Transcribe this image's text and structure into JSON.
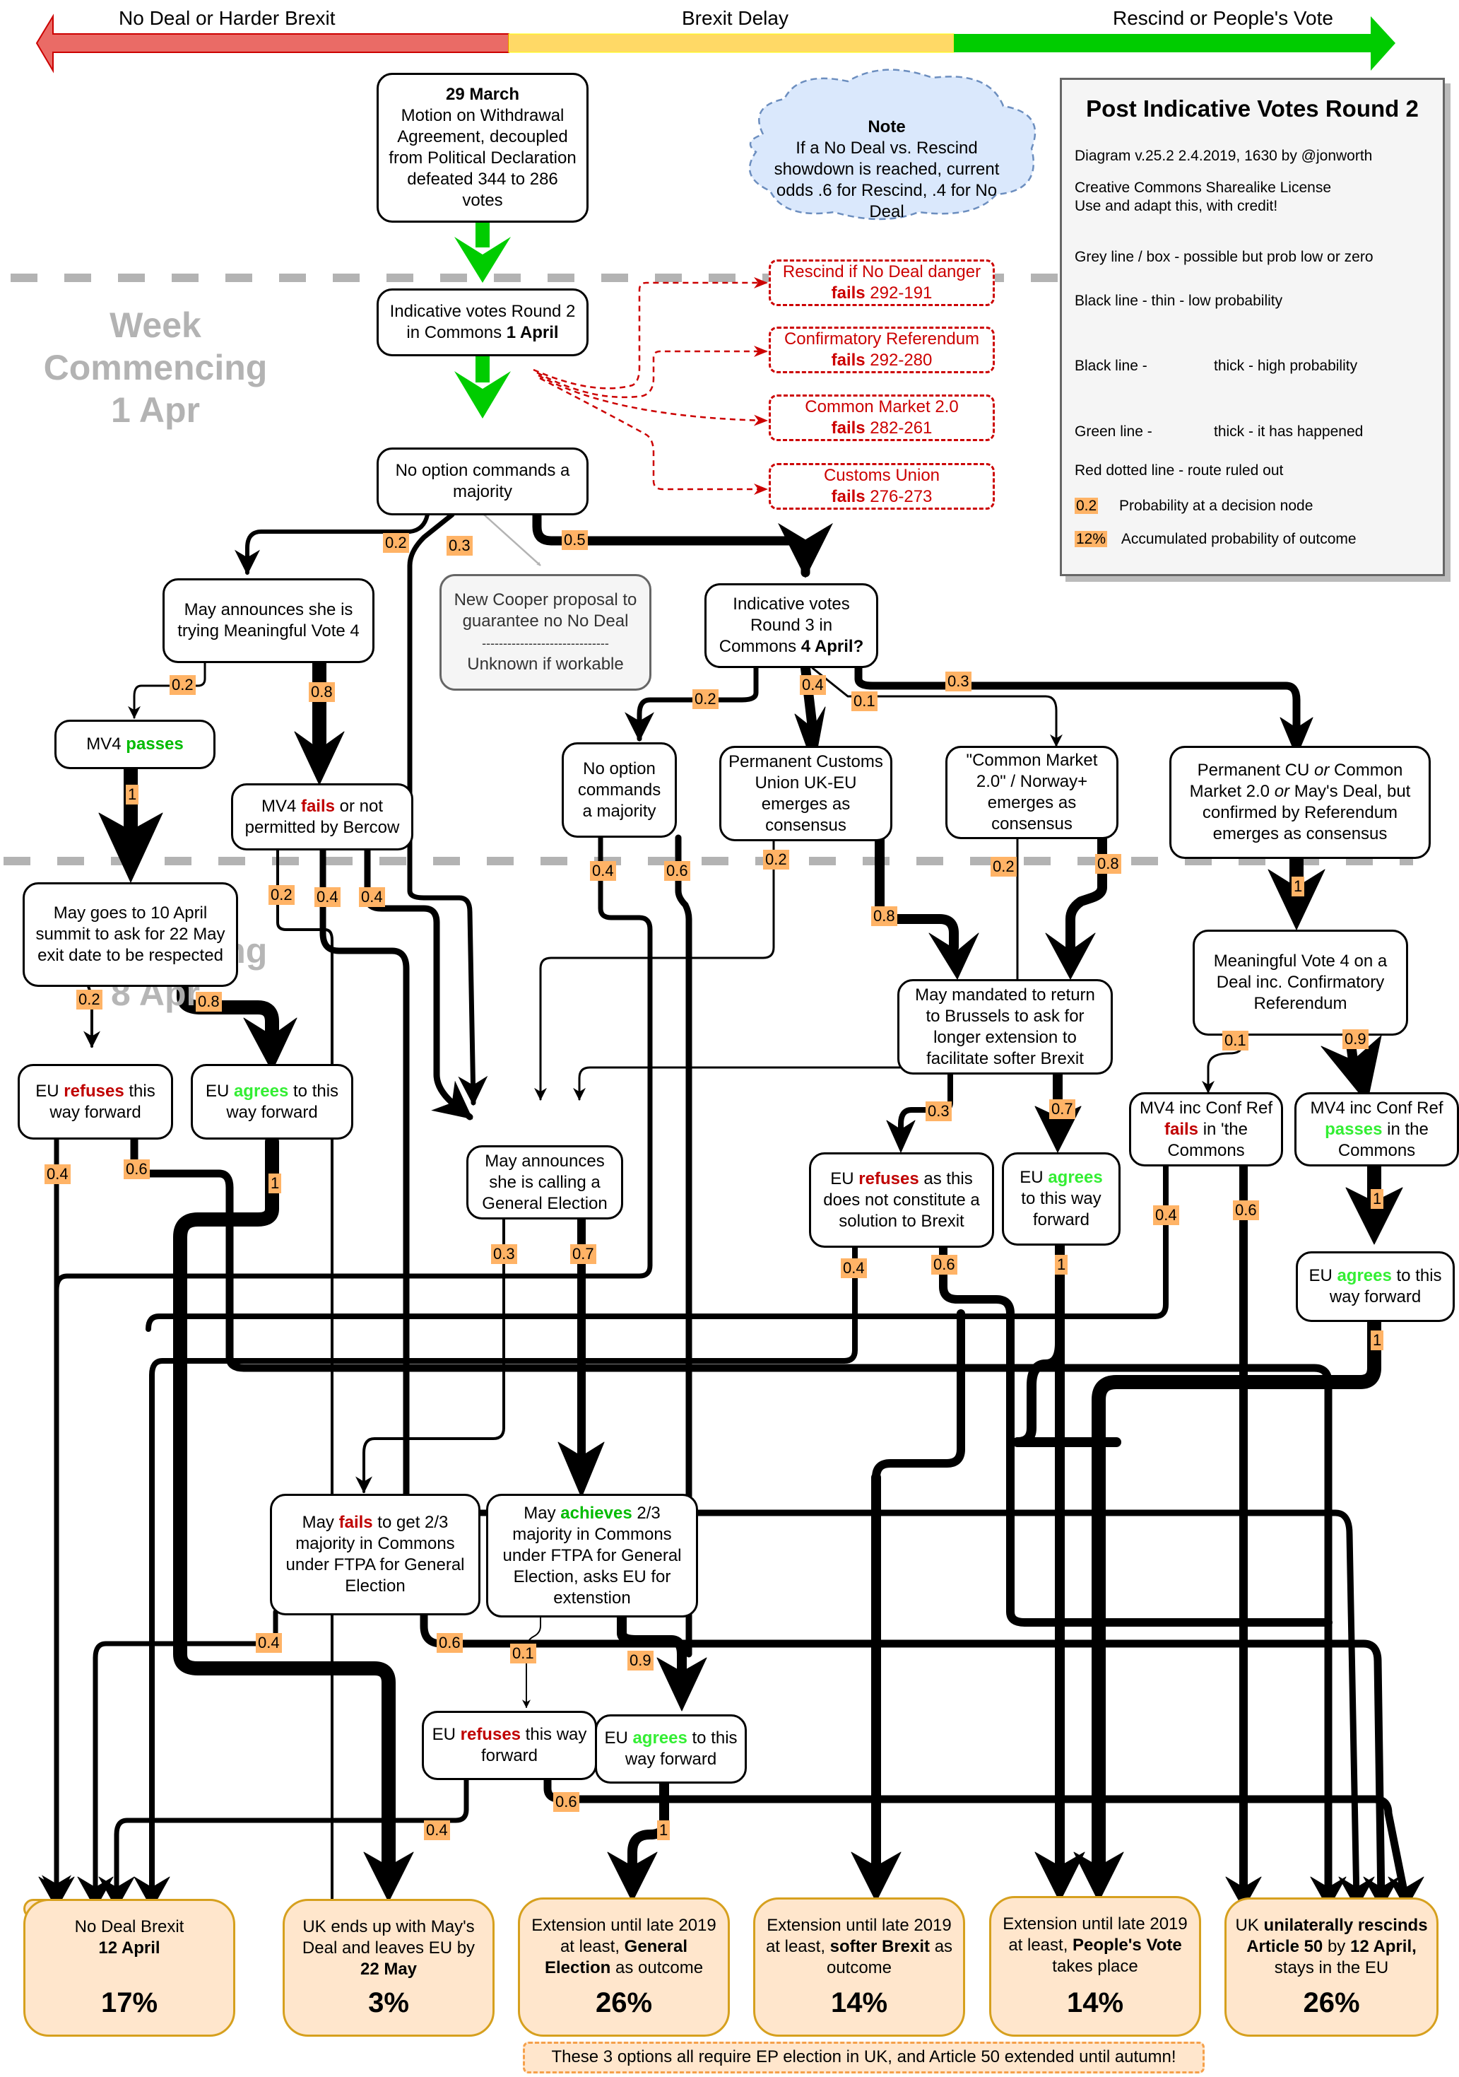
{
  "spectrum": {
    "left_label": "No Deal or Harder Brexit",
    "middle_label": "Brexit Delay",
    "right_label": "Rescind or People's Vote",
    "colors": {
      "red": "#ea6b66",
      "yellow": "#ffd966",
      "green": "#00cc00"
    }
  },
  "weeks": {
    "week1": [
      "Week",
      "Commencing",
      "1 Apr"
    ],
    "week2": [
      "Week",
      "Commencing",
      "8 Apr"
    ]
  },
  "legend": {
    "title": "Post Indicative Votes Round 2",
    "version": "Diagram v.25.2 2.4.2019, 1630 by @jonworth",
    "license_1": "Creative Commons Sharealike License",
    "license_2": "Use and adapt this, with credit!",
    "grey": "Grey line / box - possible but prob low or zero",
    "black_thin": "Black line - thin - low probability",
    "black_thick_a": "Black line -",
    "black_thick_b": "thick - high probability",
    "green_a": "Green line -",
    "green_b": "thick - it has happened",
    "red": "Red dotted line - route ruled out",
    "prob_sample": "0.2",
    "prob_desc": "Probability at a decision node",
    "acc_sample": "12%",
    "acc_desc": "Accumulated probability of outcome"
  },
  "note": {
    "title": "Note",
    "body": "If a No Deal vs. Rescind showdown is reached, current odds .6 for Rescind, .4 for No Deal"
  },
  "nodes": {
    "march29": {
      "bold": "29 March",
      "text": "Motion on Withdrawal Agreement, decoupled from Political Declaration defeated 344 to 286 votes"
    },
    "ivr2": {
      "a": "Indicative votes Round 2 in Commons ",
      "b": "1 April"
    },
    "no_option": {
      "text": "No option commands a majority"
    },
    "rescind_fail": {
      "a": "Rescind if No Deal danger",
      "b": "fails",
      "c": " 292-191"
    },
    "confref_fail": {
      "a": "Confirmatory Referendum",
      "b": "fails",
      "c": " 292-280"
    },
    "cm2_fail": {
      "a": "Common Market 2.0",
      "b": "fails",
      "c": " 282-261"
    },
    "cu_fail": {
      "a": "Customs Union",
      "b": "fails",
      "c": " 276-273"
    },
    "may_mv4": {
      "text": "May announces she is trying Meaningful Vote 4"
    },
    "cooper": {
      "a": "New Cooper proposal to guarantee no No Deal",
      "sep": "------------------------------",
      "b": "Unknown if workable"
    },
    "ivr3": {
      "a": "Indicative votes Round 3 in Commons ",
      "b": "4 April?"
    },
    "mv4_pass": {
      "a": "MV4 ",
      "b": "passes"
    },
    "mv4_fail": {
      "a": "MV4 ",
      "b": "fails",
      "c": " or not permitted by Bercow"
    },
    "ivr3_none": {
      "text": "No option commands a majority"
    },
    "perm_cu": {
      "text": "Permanent Customs Union UK-EU emerges as consensus"
    },
    "cm2_norway": {
      "text": "\"Common Market 2.0\" / Norway+ emerges as consensus"
    },
    "perm_cu_ref": {
      "a": "Permanent CU ",
      "or1": "or",
      "b": " Common Market 2.0 ",
      "or2": "or",
      "c": " May's Deal, but confirmed by Referendum emerges as consensus"
    },
    "may_summit": {
      "text": "May goes to 10 April summit to ask for 22 May exit date to be respected"
    },
    "eu_refuse1": {
      "a": "EU ",
      "b": "refuses",
      "c": " this way forward"
    },
    "eu_agree1": {
      "a": "EU ",
      "b": "agrees",
      "c": " to this way forward"
    },
    "may_ge": {
      "text": "May announces she is calling a General Election"
    },
    "may_brussels": {
      "text": "May mandated to return to Brussels to ask for longer extension to facilitate softer Brexit"
    },
    "eu_refuse2": {
      "a": "EU ",
      "b": "refuses",
      "c": " as this does not constitute a solution to Brexit"
    },
    "eu_agree2": {
      "a": "EU ",
      "b": "agrees",
      "c": " to this way forward"
    },
    "mv4_conf": {
      "text": "Meaningful Vote 4 on a Deal inc. Confirmatory Referendum"
    },
    "mv4_conf_fail": {
      "a": "MV4 inc Conf Ref ",
      "b": "fails",
      "c": " in 'the Commons"
    },
    "mv4_conf_pass": {
      "a": "MV4 inc Conf Ref ",
      "b": "passes",
      "c": " in the Commons"
    },
    "eu_agree3": {
      "a": "EU ",
      "b": "agrees",
      "c": " to this way forward"
    },
    "may_fails_23": {
      "a": "May ",
      "b": "fails",
      "c": " to get 2/3 majority in Commons under FTPA for General Election"
    },
    "may_achieves_23": {
      "a": "May ",
      "b": "achieves",
      "c": " 2/3 majority in Commons under FTPA for General Election, asks EU for extenstion"
    },
    "eu_refuse3": {
      "a": "EU ",
      "b": "refuses",
      "c": " this way forward"
    },
    "eu_agree4": {
      "a": "EU ",
      "b": "agrees",
      "c": " to this way forward"
    }
  },
  "outcomes": [
    {
      "a": "No Deal Brexit",
      "b": "12 April",
      "pct": "17%"
    },
    {
      "a": "UK ends up with May's Deal and leaves EU by ",
      "b": "22 May",
      "pct": "3%"
    },
    {
      "a": "Extension until late 2019 at least, ",
      "b": "General Election",
      "c": " as outcome",
      "pct": "26%"
    },
    {
      "a": "Extension until late 2019 at least, ",
      "b": "softer Brexit",
      "c": " as outcome",
      "pct": "14%"
    },
    {
      "a": "Extension until late 2019 at least, ",
      "b": "People's Vote",
      "c": " takes place",
      "pct": "14%"
    },
    {
      "a": "UK ",
      "b": "unilaterally rescinds Article 50",
      "c": " by ",
      "d": "12 April,",
      "e": " stays in the EU",
      "pct": "26%"
    }
  ],
  "footnote": "These 3 options all require EP election in UK, and Article 50 extended until autumn!",
  "probabilities": [
    {
      "id": "p_no_may",
      "value": "0.2"
    },
    {
      "id": "p_no_ge",
      "value": "0.3"
    },
    {
      "id": "p_no_ivr3",
      "value": "0.5"
    },
    {
      "id": "p_mv4_pass",
      "value": "0.2"
    },
    {
      "id": "p_mv4_fail",
      "value": "0.8"
    },
    {
      "id": "p_ivr3_none",
      "value": "0.2"
    },
    {
      "id": "p_ivr3_cu",
      "value": "0.4"
    },
    {
      "id": "p_ivr3_cm2",
      "value": "0.1"
    },
    {
      "id": "p_ivr3_ref",
      "value": "0.3"
    },
    {
      "id": "p_pass_summit",
      "value": "1"
    },
    {
      "id": "p_fail_a",
      "value": "0.2"
    },
    {
      "id": "p_fail_b",
      "value": "0.4"
    },
    {
      "id": "p_fail_c",
      "value": "0.4"
    },
    {
      "id": "p_none_a",
      "value": "0.4"
    },
    {
      "id": "p_none_b",
      "value": "0.6"
    },
    {
      "id": "p_cu_a",
      "value": "0.2"
    },
    {
      "id": "p_cu_b",
      "value": "0.8"
    },
    {
      "id": "p_cm2_a",
      "value": "0.2"
    },
    {
      "id": "p_cm2_b",
      "value": "0.8"
    },
    {
      "id": "p_ref_mv4",
      "value": "1"
    },
    {
      "id": "p_summit_ref",
      "value": "0.2"
    },
    {
      "id": "p_summit_agree",
      "value": "0.8"
    },
    {
      "id": "p_conf_fail",
      "value": "0.1"
    },
    {
      "id": "p_conf_pass",
      "value": "0.9"
    },
    {
      "id": "p_ref1_a",
      "value": "0.4"
    },
    {
      "id": "p_ref1_b",
      "value": "0.6"
    },
    {
      "id": "p_agr1",
      "value": "1"
    },
    {
      "id": "p_br_ref",
      "value": "0.3"
    },
    {
      "id": "p_br_agr",
      "value": "0.7"
    },
    {
      "id": "p_ge_fail",
      "value": "0.3"
    },
    {
      "id": "p_ge_ach",
      "value": "0.7"
    },
    {
      "id": "p_ref2_a",
      "value": "0.4"
    },
    {
      "id": "p_ref2_b",
      "value": "0.6"
    },
    {
      "id": "p_agr2",
      "value": "1"
    },
    {
      "id": "p_cfail_a",
      "value": "0.4"
    },
    {
      "id": "p_cfail_b",
      "value": "0.6"
    },
    {
      "id": "p_cpass",
      "value": "1"
    },
    {
      "id": "p_agr3",
      "value": "1"
    },
    {
      "id": "p_f23_a",
      "value": "0.4"
    },
    {
      "id": "p_f23_b",
      "value": "0.6"
    },
    {
      "id": "p_a23_ref",
      "value": "0.1"
    },
    {
      "id": "p_a23_agr",
      "value": "0.9"
    },
    {
      "id": "p_ref3_a",
      "value": "0.6"
    },
    {
      "id": "p_ref3_b",
      "value": "0.4"
    },
    {
      "id": "p_agr4",
      "value": "1"
    }
  ]
}
